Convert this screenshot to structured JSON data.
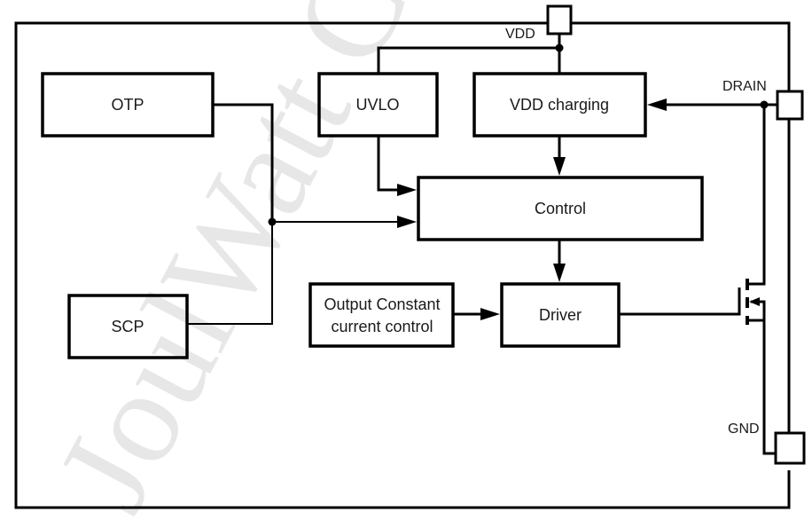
{
  "diagram": {
    "type": "block-diagram",
    "watermark": "JoulWatt Confidential",
    "pins": {
      "vdd": "VDD",
      "drain": "DRAIN",
      "gnd": "GND"
    },
    "blocks": {
      "otp": "OTP",
      "scp": "SCP",
      "uvlo": "UVLO",
      "vdd_charging": "VDD charging",
      "control": "Control",
      "driver": "Driver",
      "occ_line1": "Output Constant",
      "occ_line2": "current control"
    },
    "connections": [
      {
        "from": "VDD",
        "to": "UVLO"
      },
      {
        "from": "VDD",
        "to": "VDD charging"
      },
      {
        "from": "DRAIN",
        "to": "VDD charging"
      },
      {
        "from": "UVLO",
        "to": "Control"
      },
      {
        "from": "VDD charging",
        "to": "Control"
      },
      {
        "from": "OTP",
        "to": "Control"
      },
      {
        "from": "SCP",
        "to": "Control"
      },
      {
        "from": "Control",
        "to": "Driver"
      },
      {
        "from": "Output Constant current control",
        "to": "Driver"
      },
      {
        "from": "Driver",
        "to": "MOSFET gate"
      },
      {
        "from": "MOSFET drain",
        "to": "DRAIN"
      },
      {
        "from": "MOSFET source",
        "to": "GND"
      }
    ]
  }
}
